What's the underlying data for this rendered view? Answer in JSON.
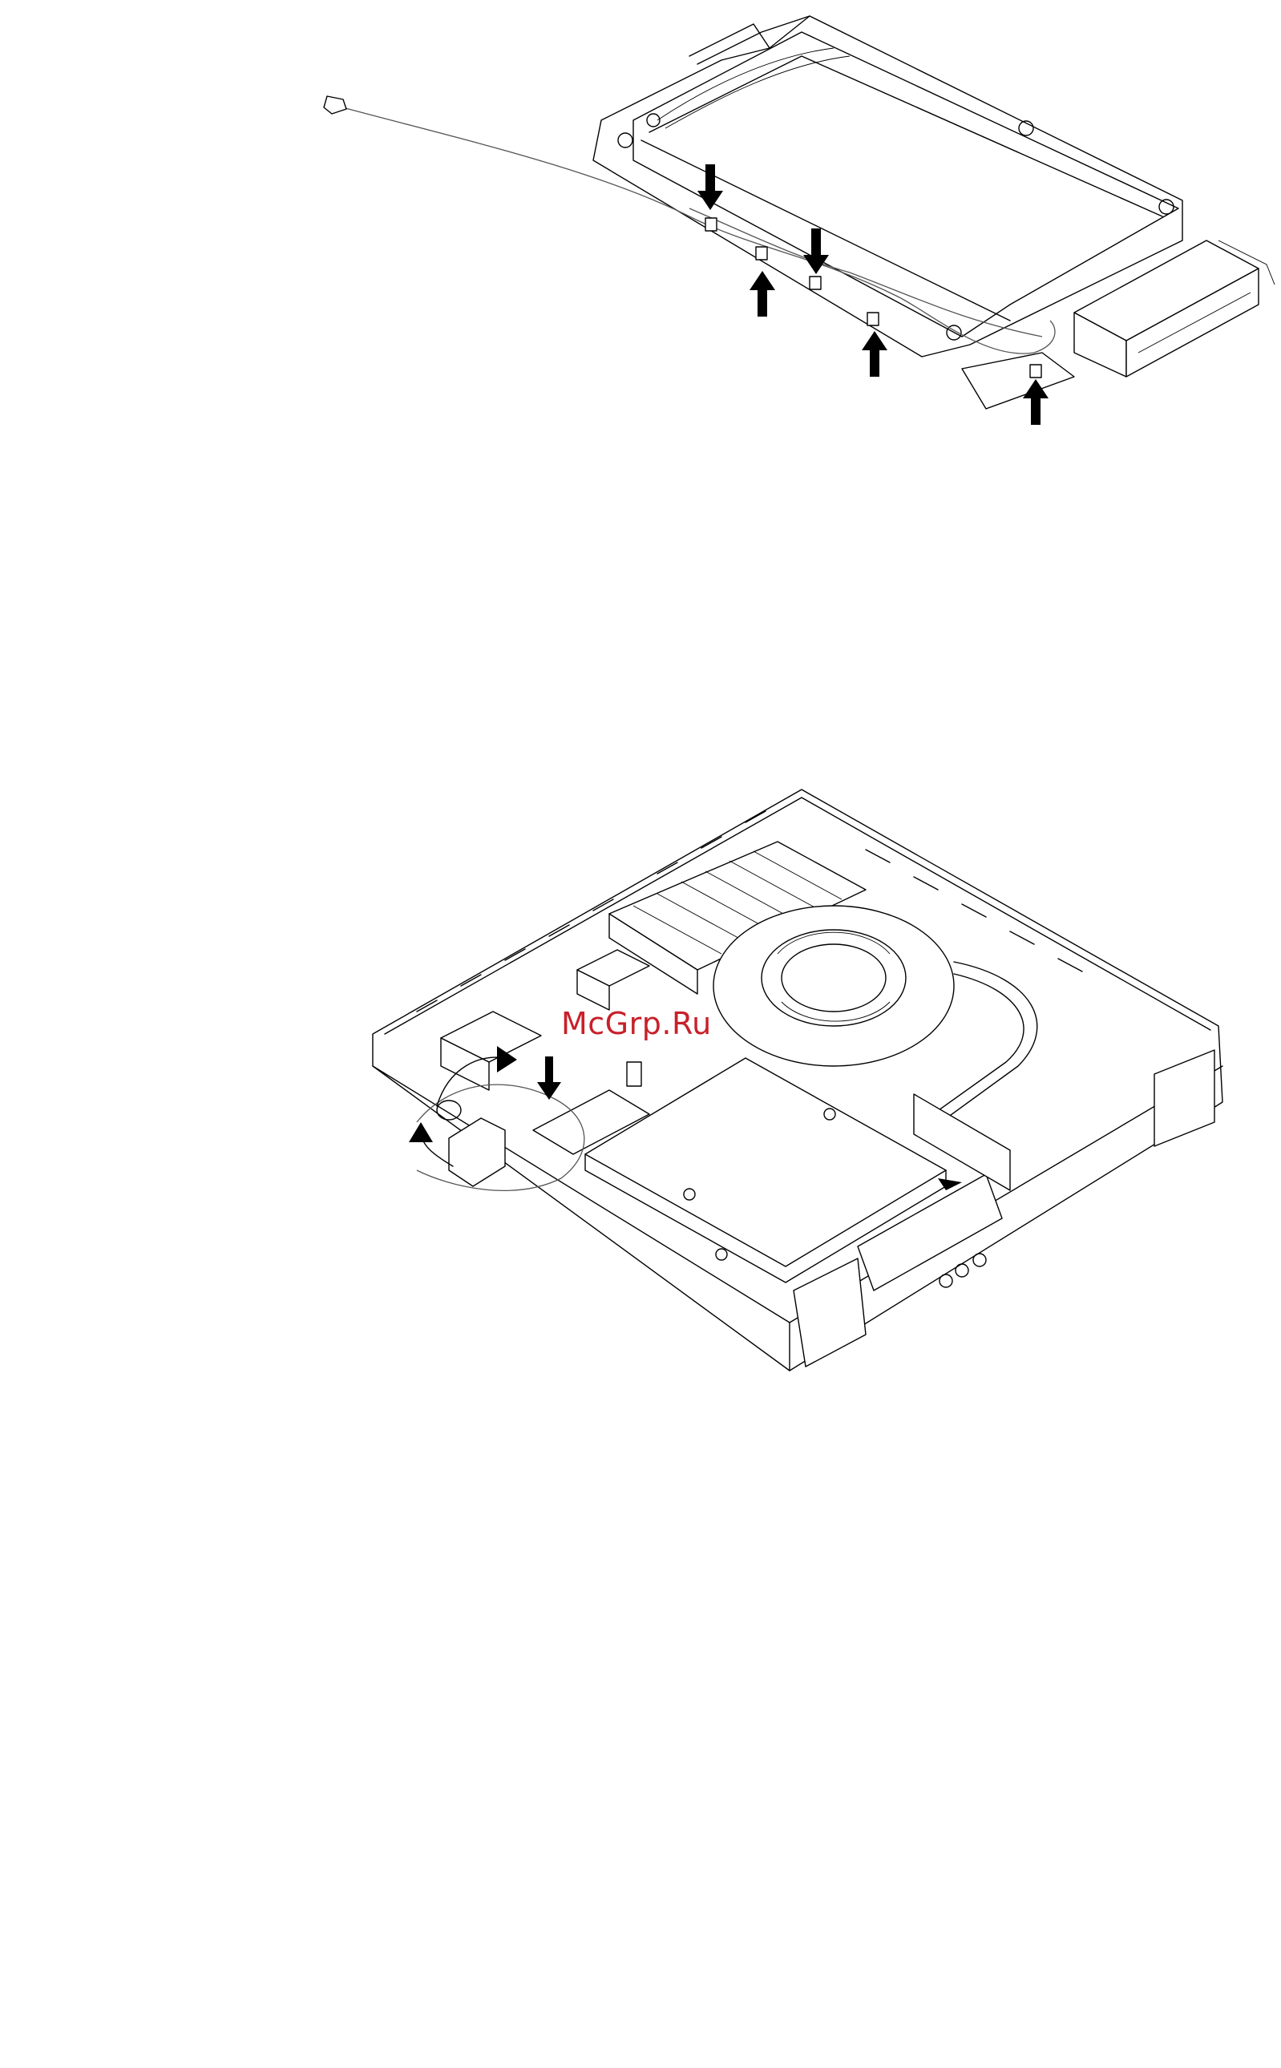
{
  "page": {
    "background": "#ffffff"
  },
  "watermark": {
    "text": "McGrp.Ru",
    "color": "#c8202a"
  },
  "figures": [
    {
      "icon": "hard-drive-cable-routing-illustration"
    },
    {
      "icon": "chassis-interior-wifi-antenna-illustration"
    }
  ]
}
